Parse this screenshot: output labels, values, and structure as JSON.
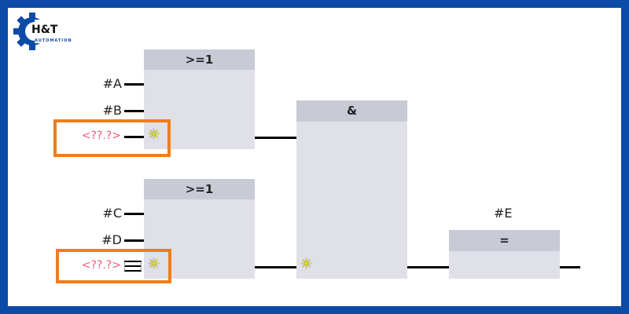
{
  "logo": {
    "text": "H&T",
    "subtext": "AUTOMATION",
    "color": "#0b4aa6"
  },
  "blocks": {
    "or1": {
      "title": ">=1",
      "inputs": [
        "#A",
        "#B",
        "<??.?>"
      ]
    },
    "or2": {
      "title": ">=1",
      "inputs": [
        "#C",
        "#D",
        "<??.?>"
      ]
    },
    "and": {
      "title": "&"
    },
    "assign": {
      "title": "=",
      "operand": "#E"
    }
  },
  "highlight_color": "#f07d1a"
}
